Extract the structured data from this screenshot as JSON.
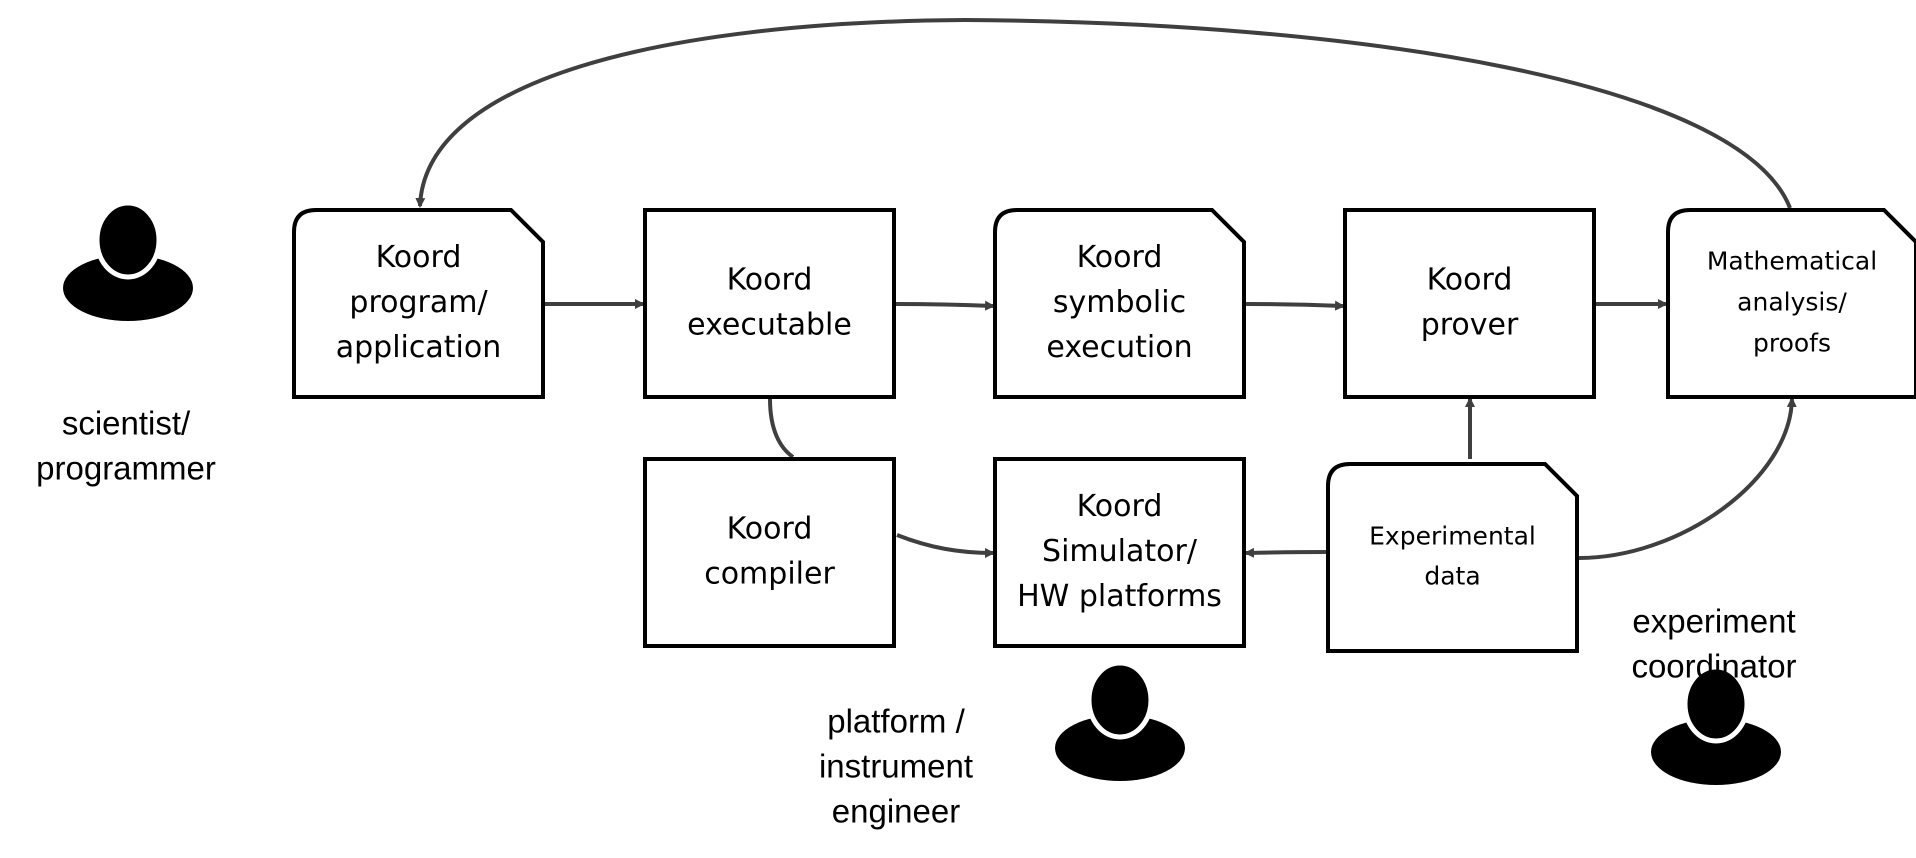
{
  "colors": {
    "box_stroke": "#000000",
    "box_fill": "#ffffff",
    "arrow": "#3f3f3f",
    "person": "#000000"
  },
  "boxes": [
    {
      "id": "koord-program",
      "shape": "document",
      "lines": [
        "Koord",
        "program/",
        "application"
      ]
    },
    {
      "id": "koord-executable",
      "shape": "rect",
      "lines": [
        "Koord",
        "executable"
      ]
    },
    {
      "id": "koord-symbolic-execution",
      "shape": "document",
      "lines": [
        "Koord",
        "symbolic",
        "execution"
      ]
    },
    {
      "id": "koord-prover",
      "shape": "rect",
      "lines": [
        "Koord",
        "prover"
      ]
    },
    {
      "id": "mathematical-analysis",
      "shape": "document",
      "lines": [
        "Mathematical",
        "analysis/",
        "proofs"
      ]
    },
    {
      "id": "koord-compiler",
      "shape": "rect",
      "lines": [
        "Koord",
        "compiler"
      ]
    },
    {
      "id": "koord-simulator",
      "shape": "rect",
      "lines": [
        "Koord",
        "Simulator/",
        "HW platforms"
      ]
    },
    {
      "id": "experimental-data",
      "shape": "document",
      "lines": [
        "Experimental",
        "data"
      ]
    }
  ],
  "roles": [
    {
      "id": "scientist",
      "icon": "person-icon",
      "lines": [
        "scientist/",
        "programmer"
      ]
    },
    {
      "id": "engineer",
      "icon": "person-icon",
      "lines": [
        "platform /",
        "instrument",
        "engineer"
      ]
    },
    {
      "id": "coordinator",
      "icon": "person-icon",
      "lines": [
        "experiment",
        "coordinator"
      ]
    }
  ],
  "connections": [
    {
      "from": "koord-program",
      "to": "koord-executable",
      "arrow": true
    },
    {
      "from": "koord-executable",
      "to": "koord-symbolic-execution",
      "arrow": true
    },
    {
      "from": "koord-symbolic-execution",
      "to": "koord-prover",
      "arrow": true
    },
    {
      "from": "koord-prover",
      "to": "mathematical-analysis",
      "arrow": true
    },
    {
      "from": "mathematical-analysis",
      "to": "koord-program",
      "arrow": true
    },
    {
      "from": "koord-executable",
      "to": "koord-compiler",
      "arrow": false
    },
    {
      "from": "koord-compiler",
      "to": "koord-simulator",
      "arrow": true
    },
    {
      "from": "experimental-data",
      "to": "koord-simulator",
      "arrow": true
    },
    {
      "from": "experimental-data",
      "to": "koord-prover",
      "arrow": true
    },
    {
      "from": "experimental-data",
      "to": "mathematical-analysis",
      "arrow": true
    }
  ]
}
